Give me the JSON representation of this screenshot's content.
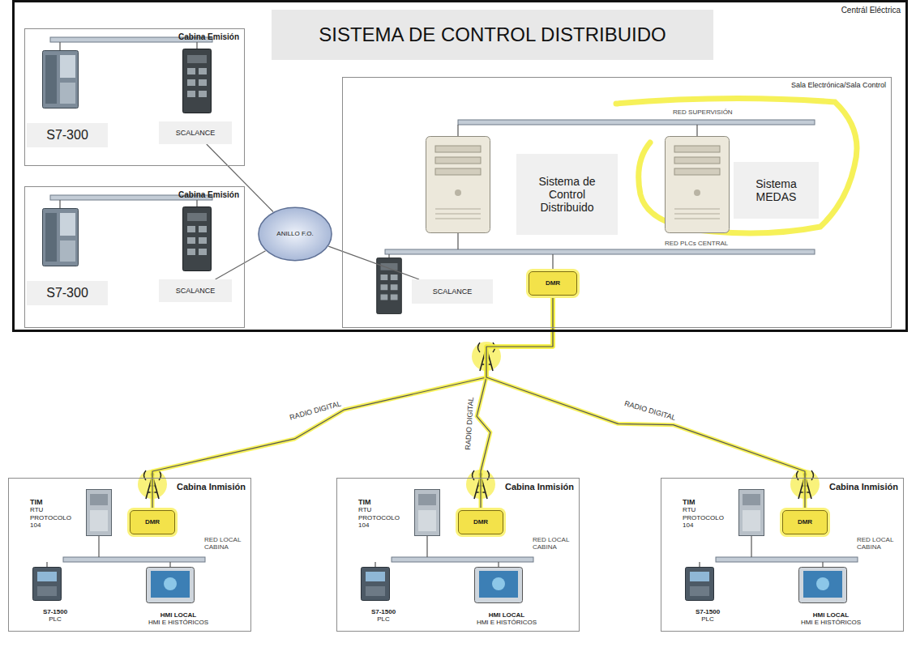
{
  "diagram": {
    "title": "SISTEMA DE CONTROL DISTRIBUIDO",
    "nodes": [
      {
        "text": [
          "Centrál Eléctrica"
        ]
      },
      {
        "text": [
          "Cabina Emisión"
        ],
        "in": 0
      },
      {
        "text": [
          "S7-300"
        ],
        "in": 1
      },
      {
        "text": [
          "SCALANCE"
        ],
        "in": 1
      },
      {
        "text": [
          "Cabina Emisión"
        ],
        "in": 0
      },
      {
        "text": [
          "S7-300"
        ],
        "in": 4
      },
      {
        "text": [
          "SCALANCE"
        ],
        "in": 4
      },
      {
        "text": [
          "ANILLO F.O."
        ],
        "in": 0
      },
      {
        "text": [
          "Sala Electrónica/Sala Control"
        ],
        "in": 0
      },
      {
        "text": [
          "Sistema de Control Distribuido"
        ],
        "in": 8
      },
      {
        "text": [
          "Sistema MEDAS"
        ],
        "in": 8
      },
      {
        "text": [
          "SCALANCE"
        ],
        "in": 8
      },
      {
        "text": [
          "DMR"
        ],
        "in": 8
      },
      {
        "text": [
          "Cabina Inmisión"
        ]
      },
      {
        "text": [
          "TIM",
          "RTU PROTOCOLO 104"
        ],
        "in": 13
      },
      {
        "text": [
          "DMR"
        ],
        "in": 13
      },
      {
        "text": [
          "S7-1500",
          "PLC"
        ],
        "in": 13
      },
      {
        "text": [
          "HMI LOCAL",
          "HMI E HISTÓRICOS"
        ],
        "in": 13
      },
      {
        "text": [
          "Cabina Inmisión"
        ]
      },
      {
        "text": [
          "TIM",
          "RTU PROTOCOLO 104"
        ],
        "in": 18
      },
      {
        "text": [
          "DMR"
        ],
        "in": 18
      },
      {
        "text": [
          "S7-1500",
          "PLC"
        ],
        "in": 18
      },
      {
        "text": [
          "HMI LOCAL",
          "HMI E HISTÓRICOS"
        ],
        "in": 18
      },
      {
        "text": [
          "Cabina Inmisión"
        ]
      },
      {
        "text": [
          "TIM",
          "RTU PROTOCOLO 104"
        ],
        "in": 23
      },
      {
        "text": [
          "DMR"
        ],
        "in": 23
      },
      {
        "text": [
          "S7-1500",
          "PLC"
        ],
        "in": 23
      },
      {
        "text": [
          "HMI LOCAL",
          "HMI E HISTÓRICOS"
        ],
        "in": 23
      }
    ],
    "edges": [
      {
        "from": 3,
        "to": 7,
        "arrow": "none"
      },
      {
        "from": 6,
        "to": 7,
        "arrow": "none"
      },
      {
        "from": 7,
        "to": 11,
        "arrow": "none"
      },
      {
        "from": 12,
        "to": 15,
        "label": "RADIO DIGITAL",
        "arrow": "none"
      },
      {
        "from": 12,
        "to": 20,
        "label": "RADIO DIGITAL",
        "arrow": "none"
      },
      {
        "from": 12,
        "to": 25,
        "label": "RADIO DIGITAL",
        "arrow": "none"
      }
    ],
    "labels": [
      "RED SUPERVISIÓN",
      "RED PLCs CENTRAL",
      "RED LOCAL CABINA",
      "RED LOCAL CABINA",
      "RED LOCAL CABINA"
    ]
  }
}
